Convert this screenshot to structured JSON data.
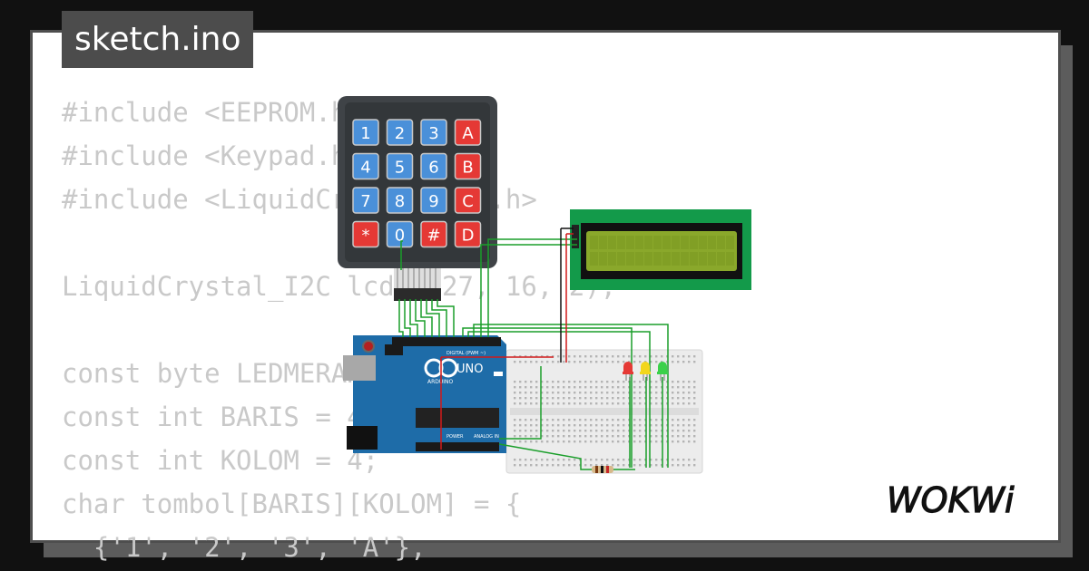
{
  "window": {
    "title": "sketch.ino"
  },
  "code_lines": [
    "#include <EEPROM.h>",
    "#include <Keypad.h>",
    "#include <LiquidCrystal_I2C.h>",
    "",
    "LiquidCrystal_I2C lcd(0x27, 16, 2);",
    "",
    "const byte LEDMERAH = 13;",
    "const int BARIS = 4;",
    "const int KOLOM = 4;",
    "char tombol[BARIS][KOLOM] = {",
    "  {'1', '2', '3', 'A'},"
  ],
  "keypad": {
    "keys": [
      "1",
      "2",
      "3",
      "A",
      "4",
      "5",
      "6",
      "B",
      "7",
      "8",
      "9",
      "C",
      "*",
      "0",
      "#",
      "D"
    ],
    "number_color": "#4a90d9",
    "letter_color": "#e53935"
  },
  "arduino": {
    "brand": "ARDUINO",
    "model": "UNO",
    "digital_label": "DIGITAL (PWM ~)",
    "power_label": "POWER",
    "analog_label": "ANALOG IN",
    "board_color": "#1e6ca8"
  },
  "lcd": {
    "pcb_color": "#139a4a",
    "screen_color": "#8aa82b"
  },
  "leds": [
    {
      "color": "#e53935"
    },
    {
      "color": "#f2d61c"
    },
    {
      "color": "#3bd14a"
    }
  ],
  "brand": {
    "logo_text": "WOKWi"
  }
}
